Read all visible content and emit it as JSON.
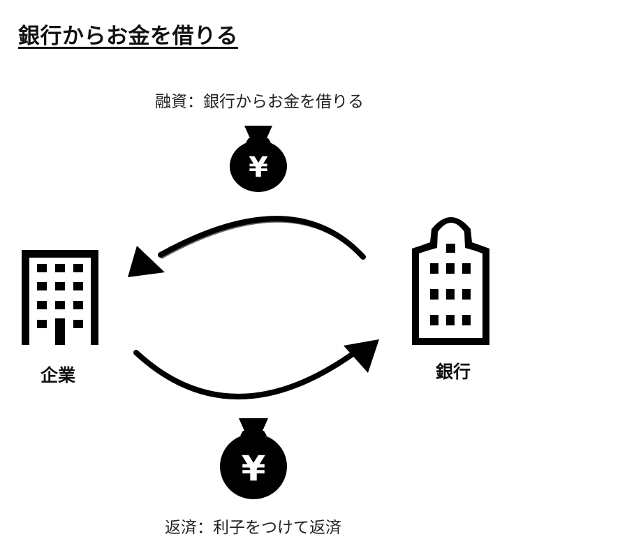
{
  "title": "銀行からお金を借りる",
  "flows": {
    "loan_caption": "融資：銀行からお金を借りる",
    "repay_caption": "返済：利子をつけて返済"
  },
  "nodes": {
    "company_label": "企業",
    "bank_label": "銀行"
  },
  "icons": {
    "money_bag_symbol": "¥",
    "company": "office-building-icon",
    "bank": "bank-building-icon",
    "money_bag": "money-bag-icon"
  },
  "colors": {
    "ink": "#000000",
    "background": "#ffffff"
  }
}
